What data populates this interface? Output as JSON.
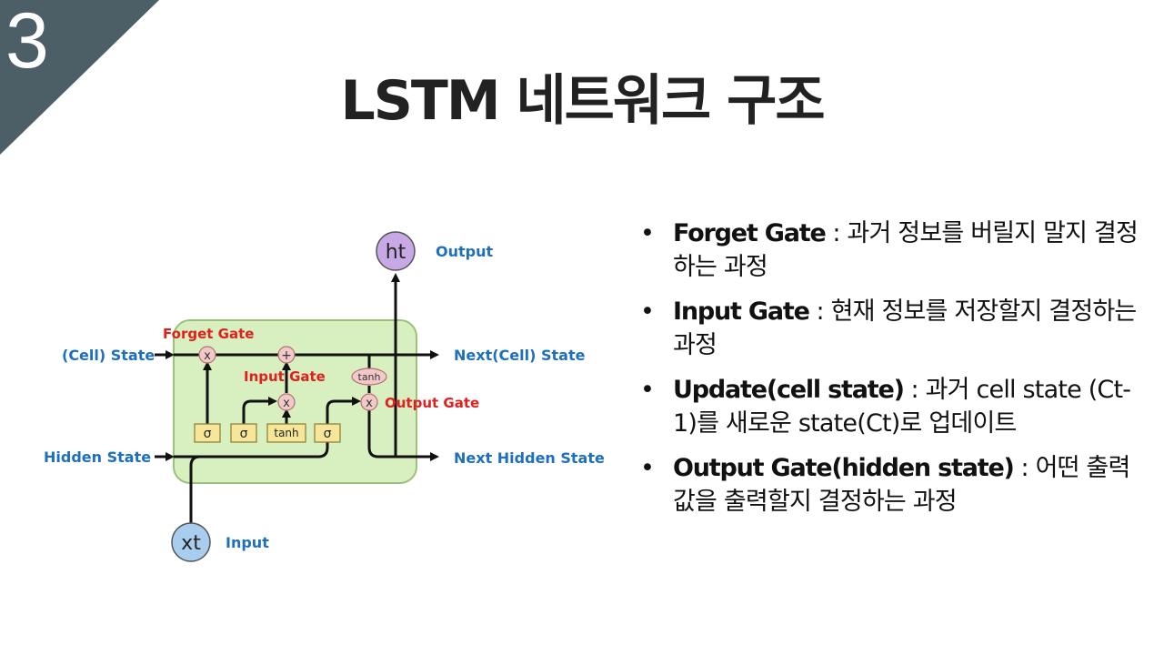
{
  "slide": {
    "number": "3",
    "title": "LSTM 네트워크 구조"
  },
  "diagram": {
    "output_node": "ht",
    "input_node": "xt",
    "labels": {
      "output": "Output",
      "input": "Input",
      "cell_state_in": "(Cell) State",
      "hidden_state_in": "Hidden State",
      "cell_state_out": "Next(Cell) State",
      "hidden_state_out": "Next Hidden State",
      "forget_gate": "Forget Gate",
      "input_gate": "Input Gate",
      "output_gate": "Output Gate"
    },
    "ops": {
      "multiply": "x",
      "add": "+",
      "sigma": "σ",
      "tanh": "tanh"
    },
    "colors": {
      "cell_bg": "#d8f0bf",
      "cell_border": "#9cc07a",
      "node_fill": "#c9a8e6",
      "input_fill": "#a9cdef",
      "op_fill": "#f2c9c9",
      "layer_fill": "#f5e69a",
      "label_blue": "#1f6fbf",
      "label_red": "#e02020",
      "corner": "#4d5f66"
    }
  },
  "bullets": [
    {
      "term": "Forget Gate",
      "desc": " : 과거 정보를 버릴지 말지 결정하는 과정"
    },
    {
      "term": "Input Gate",
      "desc": " : 현재 정보를 저장할지 결정하는 과정"
    },
    {
      "term": "Update(cell state)",
      "desc": " : 과거 cell state (Ct-1)를 새로운 state(Ct)로 업데이트"
    },
    {
      "term": "Output Gate(hidden state)",
      "desc": " : 어떤 출력값을 출력할지 결정하는 과정"
    }
  ]
}
